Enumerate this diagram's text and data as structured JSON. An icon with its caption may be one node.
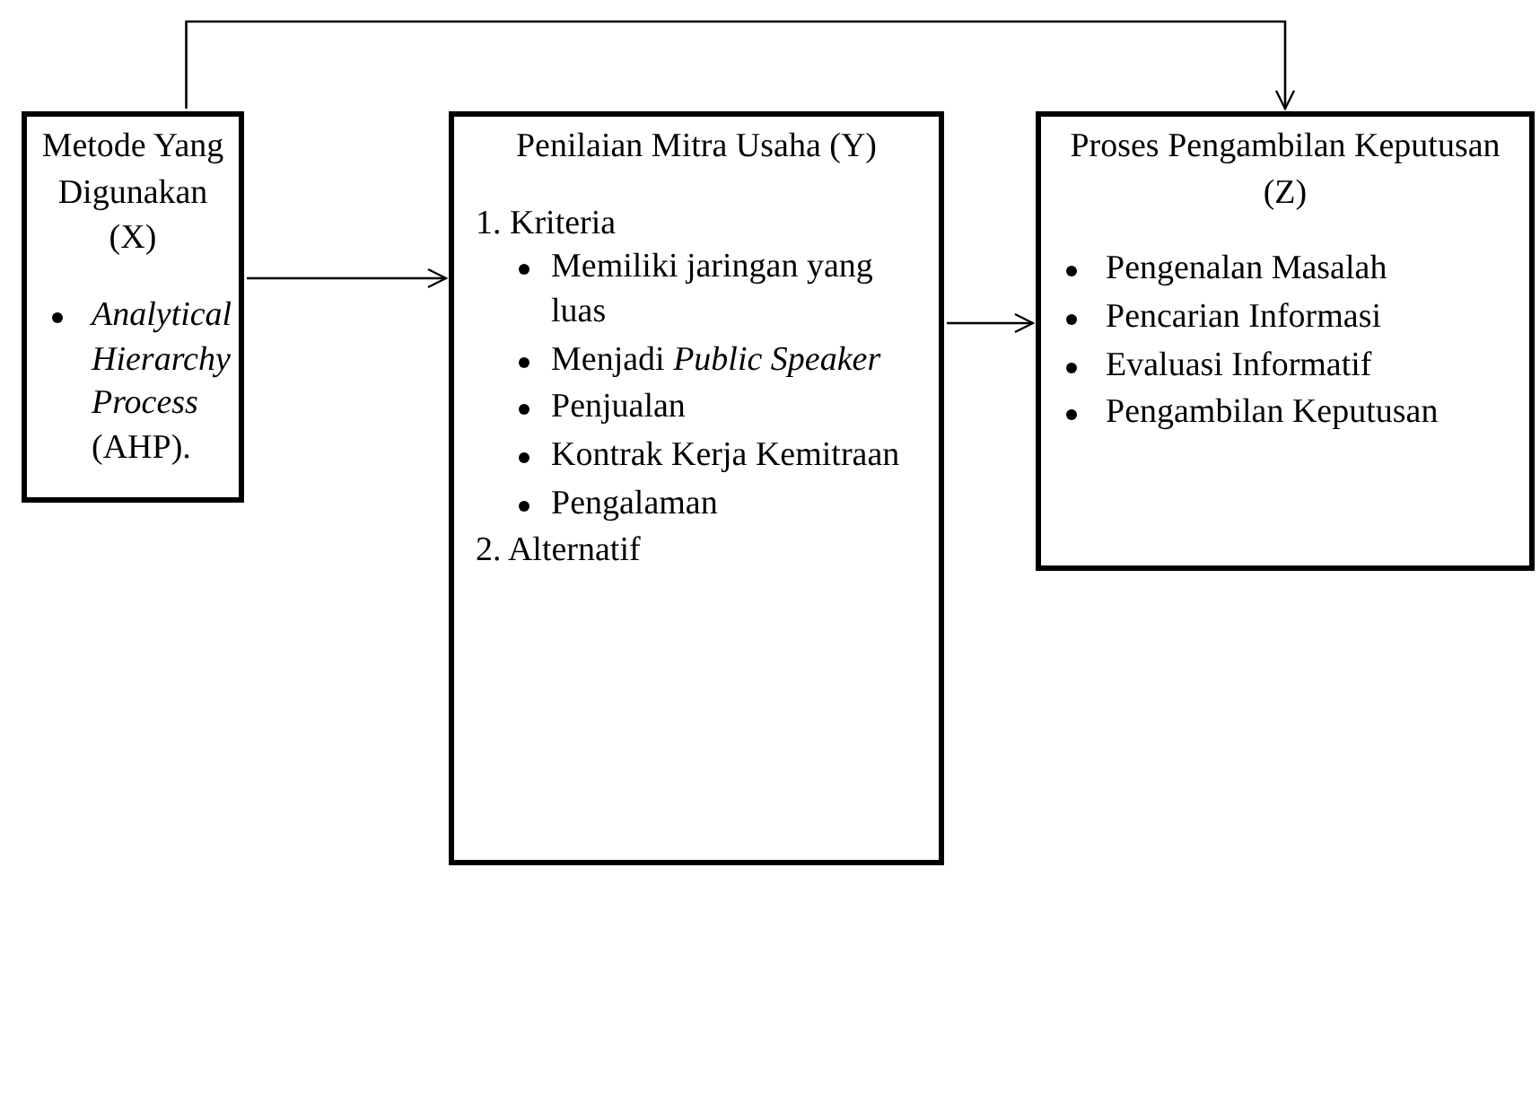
{
  "diagram": {
    "nodes": [
      {
        "text": [
          "Metode Yang Digunakan (X)",
          "*Analytical Hierarchy Process* (AHP)."
        ]
      },
      {
        "text": [
          "Penilaian Mitra Usaha (Y)",
          "1. Kriteria",
          "Memiliki jaringan yang luas",
          "Menjadi *Public Speaker*",
          "Penjualan",
          "Kontrak Kerja Kemitraan",
          "Pengalaman",
          "2. Alternatif"
        ]
      },
      {
        "text": [
          "Proses Pengambilan Keputusan (Z)",
          "Pengenalan Masalah",
          "Pencarian Informasi",
          "Evaluasi Informatif",
          "Pengambilan Keputusan"
        ]
      }
    ],
    "edges": [
      {
        "from": 0,
        "to": 1,
        "arrow": "to"
      },
      {
        "from": 1,
        "to": 2,
        "arrow": "to"
      },
      {
        "from": 0,
        "to": 2,
        "arrow": "to"
      }
    ]
  }
}
